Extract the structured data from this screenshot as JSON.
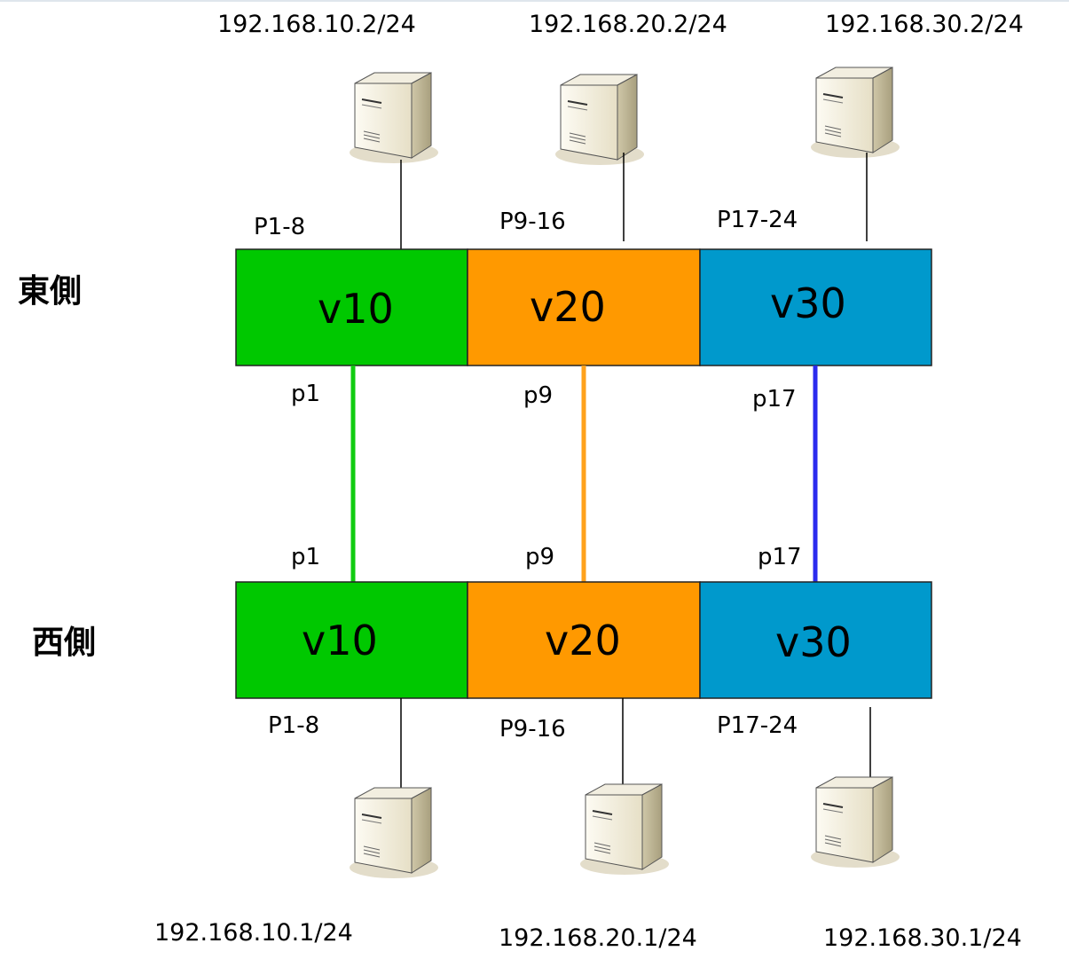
{
  "colors": {
    "vlan10": "#00c800",
    "vlan20": "#ff9900",
    "vlan30": "#0099cc",
    "link10": "#11cc11",
    "link20": "#ffa21c",
    "link30": "#2b2bee"
  },
  "switches": {
    "east": {
      "side_label": "東側",
      "vlans": [
        "v10",
        "v20",
        "v30"
      ],
      "port_ranges": [
        "P1-8",
        "P9-16",
        "P17-24"
      ],
      "uplink_ports": [
        "p1",
        "p9",
        "p17"
      ],
      "hosts": [
        {
          "ip": "192.168.10.2/24",
          "icon": "server-icon"
        },
        {
          "ip": "192.168.20.2/24",
          "icon": "server-icon"
        },
        {
          "ip": "192.168.30.2/24",
          "icon": "server-icon"
        }
      ]
    },
    "west": {
      "side_label": "西側",
      "vlans": [
        "v10",
        "v20",
        "v30"
      ],
      "port_ranges": [
        "P1-8",
        "P9-16",
        "P17-24"
      ],
      "uplink_ports": [
        "p1",
        "p9",
        "p17"
      ],
      "hosts": [
        {
          "ip": "192.168.10.1/24",
          "icon": "server-icon"
        },
        {
          "ip": "192.168.20.1/24",
          "icon": "server-icon"
        },
        {
          "ip": "192.168.30.1/24",
          "icon": "server-icon"
        }
      ]
    }
  }
}
